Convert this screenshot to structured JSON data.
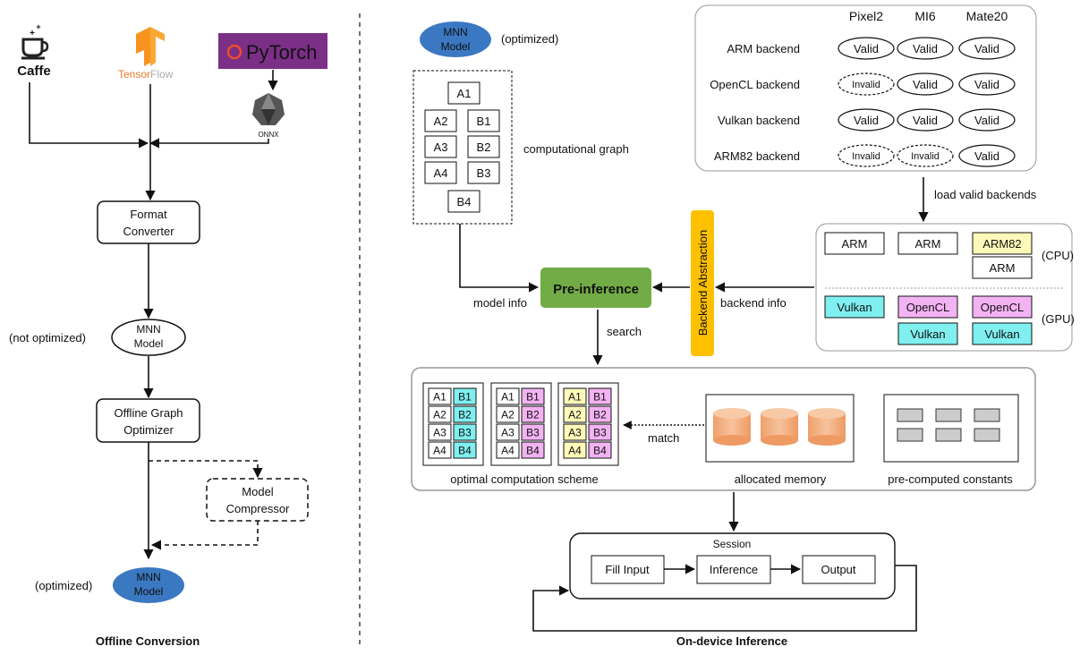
{
  "offline": {
    "title": "Offline Conversion",
    "sources": {
      "caffe": "Caffe",
      "tf_prefix": "Tensor",
      "tf_suffix": "Flow",
      "pytorch": "PyTorch",
      "onnx": "ONNX"
    },
    "format_converter": [
      "Format",
      "Converter"
    ],
    "mnn_model_line1": "MNN",
    "mnn_model_line2": "Model",
    "not_optimized": "(not optimized)",
    "graph_optimizer": [
      "Offline Graph",
      "Optimizer"
    ],
    "compressor": [
      "Model",
      "Compressor"
    ],
    "optimized": "(optimized)"
  },
  "ondevice": {
    "title": "On-device Inference",
    "mnn_model_line1": "MNN",
    "mnn_model_line2": "Model",
    "optimized": "(optimized)",
    "graph_nodes": [
      "A1",
      "A2",
      "B1",
      "A3",
      "B2",
      "A4",
      "B3",
      "B4"
    ],
    "computational_graph": "computational graph",
    "devices": [
      "Pixel2",
      "MI6",
      "Mate20"
    ],
    "backends": [
      "ARM backend",
      "OpenCL backend",
      "Vulkan backend",
      "ARM82 backend"
    ],
    "valid": "Valid",
    "invalid": "Invalid",
    "load_valid": "load valid backends",
    "cpu_label": "(CPU)",
    "gpu_label": "(GPU)",
    "cpu_boxes": [
      "ARM",
      "ARM",
      "ARM82",
      "ARM"
    ],
    "gpu_boxes": [
      "Vulkan",
      "OpenCL",
      "Vulkan",
      "OpenCL",
      "Vulkan"
    ],
    "backend_abstraction": "Backend Abstraction",
    "pre_inference": "Pre-inference",
    "model_info": "model info",
    "backend_info": "backend info",
    "search": "search",
    "scheme_nodes": [
      "A1",
      "B1",
      "A2",
      "B2",
      "A3",
      "B3",
      "A4",
      "B4"
    ],
    "match": "match",
    "optimal_scheme": "optimal computation scheme",
    "allocated_memory": "allocated memory",
    "precomputed": "pre-computed constants",
    "session": "Session",
    "fill_input": "Fill Input",
    "inference": "Inference",
    "output": "Output"
  },
  "colors": {
    "mnn_blue": "#3b78c2",
    "pre_inference_green": "#72ac47",
    "abstraction_yellow": "#ffc000",
    "cyan": "#7fefef",
    "pink": "#f3b3f3",
    "pale_yellow": "#fdf9b8",
    "memory_orange": "#f4b183",
    "pytorch_purple": "#7b2f86"
  }
}
